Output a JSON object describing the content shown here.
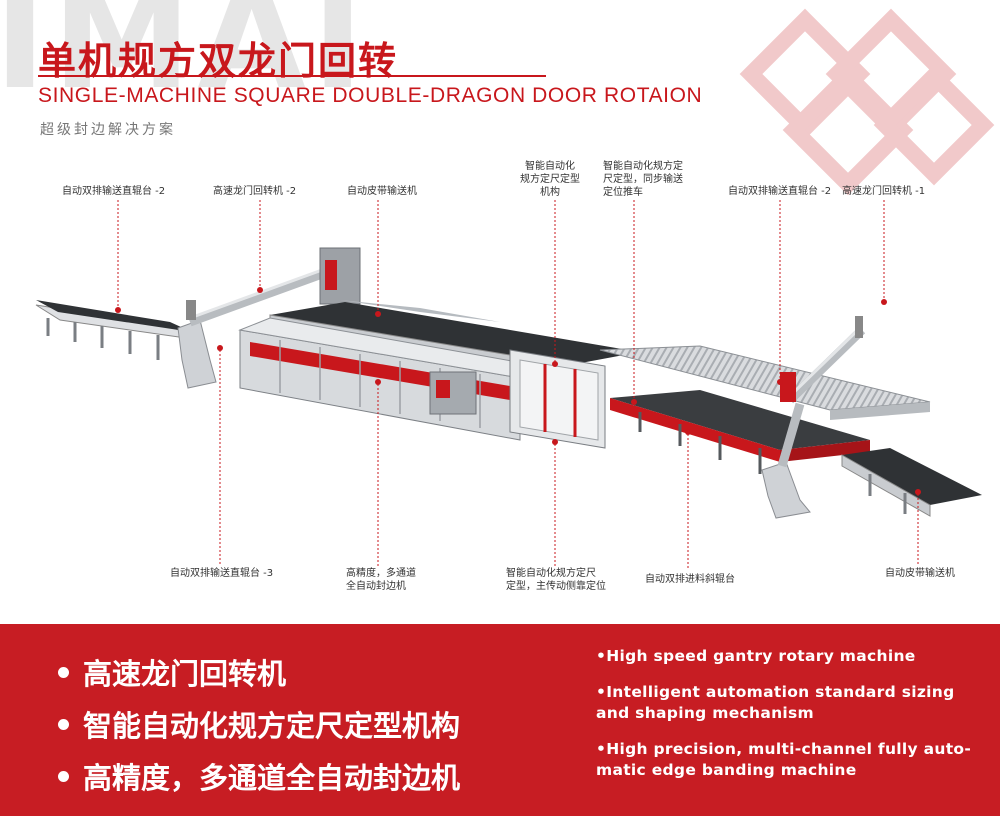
{
  "header": {
    "watermark": "IMAI",
    "title_cn": "单机规方双龙门回转",
    "title_en": "SINGLE-MACHINE SQUARE DOUBLE-DRAGON DOOR ROTAION",
    "subtitle": "超级封边解决方案"
  },
  "colors": {
    "brand_red": "#c8171c",
    "band_red": "#c71d23",
    "belt_dark": "#2f3235",
    "machine_gray": "#c9ccd0"
  },
  "labels": {
    "top": [
      "自动双排输送直辊台 -2",
      "高速龙门回转机 -2",
      "自动皮带输送机",
      "智能自动化\n规方定尺定型\n机构",
      "智能自动化规方定\n尺定型，同步输送\n定位推车",
      "自动双排输送直辊台 -2",
      "高速龙门回转机 -1"
    ],
    "bottom": [
      "自动双排输送直辊台 -3",
      "高精度，多通道\n全自动封边机",
      "智能自动化规方定尺\n定型，主传动侧靠定位",
      "自动双排进料斜辊台",
      "自动皮带输送机"
    ]
  },
  "features_cn": [
    "高速龙门回转机",
    "智能自动化规方定尺定型机构",
    "高精度，多通道全自动封边机"
  ],
  "features_en": [
    "•High speed gantry rotary machine",
    "•Intelligent automation standard sizing and shaping mechanism",
    "•High precision, multi-channel fully auto-matic edge banding machine"
  ]
}
